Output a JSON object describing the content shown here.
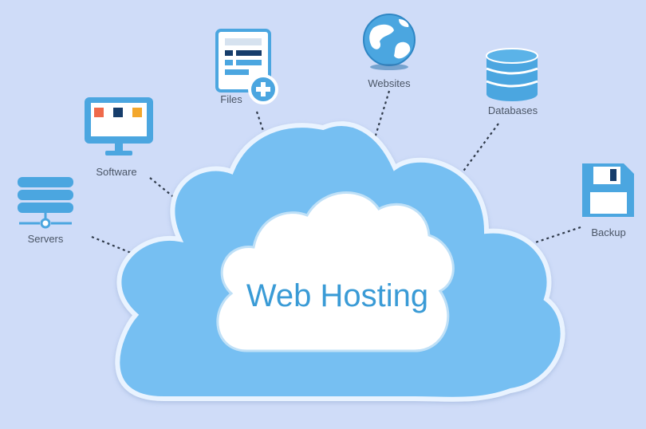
{
  "diagram": {
    "center_label": "Web Hosting",
    "nodes": [
      {
        "id": "servers",
        "label": "Servers",
        "icon": "server-stack-icon"
      },
      {
        "id": "software",
        "label": "Software",
        "icon": "monitor-icon"
      },
      {
        "id": "files",
        "label": "Files",
        "icon": "file-add-icon"
      },
      {
        "id": "websites",
        "label": "Websites",
        "icon": "globe-icon"
      },
      {
        "id": "databases",
        "label": "Databases",
        "icon": "database-icon"
      },
      {
        "id": "backup",
        "label": "Backup",
        "icon": "floppy-disk-icon"
      }
    ]
  },
  "colors": {
    "background": "#cfdcf8",
    "cloud_outer": "#76bff2",
    "cloud_inner": "#ffffff",
    "icon_blue": "#4ba6e0",
    "title": "#3a9bd6",
    "connector": "#2f3a4a"
  }
}
